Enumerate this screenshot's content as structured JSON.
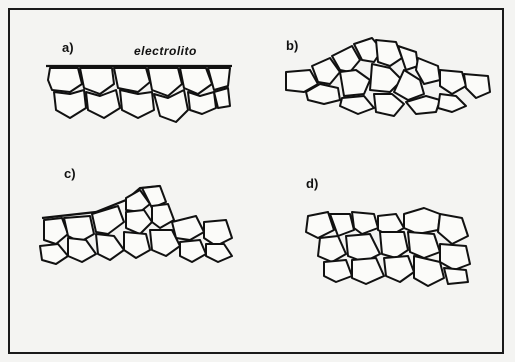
{
  "figure": {
    "labels": {
      "a": "a)",
      "b": "b)",
      "c": "c)",
      "d": "d)"
    },
    "electrolyte_label": "electrolito"
  },
  "colors": {
    "ink": "#111111",
    "paper": "#f4f4f2"
  }
}
